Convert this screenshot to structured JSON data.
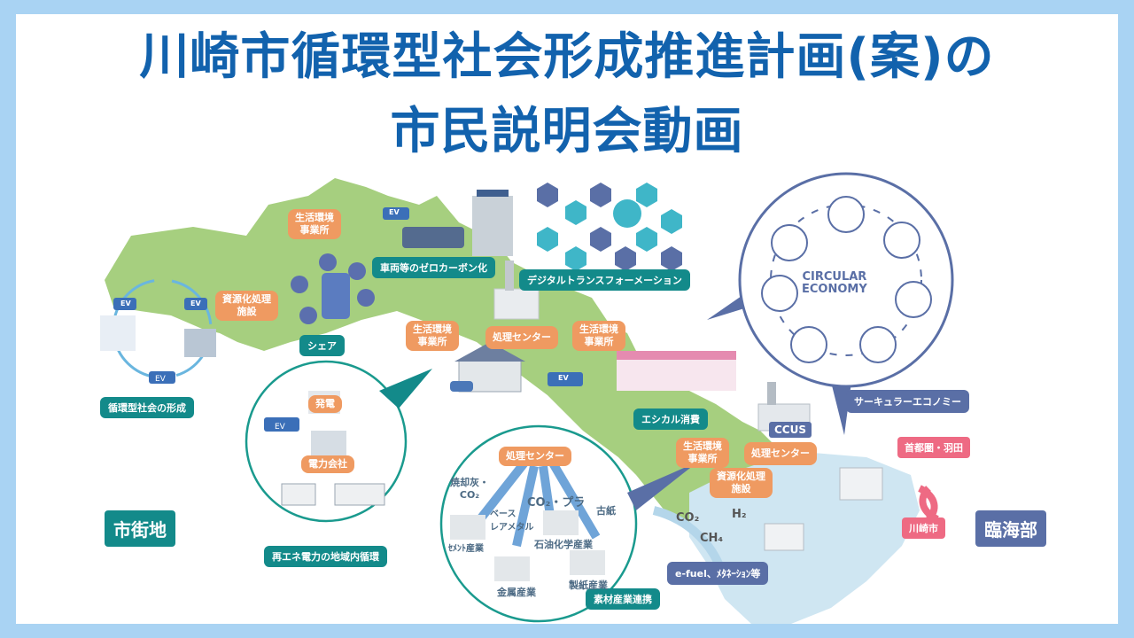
{
  "title": {
    "line1": "川崎市循環型社会形成推進計画(案)の",
    "line2": "市民説明会動画"
  },
  "map_labels": {
    "office_top": "生活環境\n事業所",
    "resource_facility_left": "資源化処理\n施設",
    "zero_carbon": "車両等のゼロカーボン化",
    "digital_transformation": "デジタルトランスフォーメーション",
    "share": "シェア",
    "office_mid_left": "生活環境\n事業所",
    "processing_center_mid": "処理センター",
    "office_mid_right": "生活環境\n事業所",
    "circular_society": "循環型社会の形成",
    "ethical_consumption": "エシカル消費",
    "circular_economy_label": "サーキュラーエコノミー",
    "ccus": "CCUS",
    "office_coast": "生活環境\n事業所",
    "processing_center_coast": "処理センター",
    "resource_facility_coast": "資源化処理\n施設",
    "city_area": "市街地",
    "coastal_area": "臨海部",
    "tokyo_haneda": "首都圏・羽田",
    "kawasaki": "川崎市",
    "efuel": "e-fuel、ﾒﾀﾈｰｼｮﾝ等",
    "gases": [
      "CO₂",
      "H₂",
      "CH₄"
    ]
  },
  "power_circle": {
    "generation": "発電",
    "power_company": "電力会社",
    "caption": "再エネ電力の地域内循環",
    "ev": "EV"
  },
  "materials_circle": {
    "center": "処理センター",
    "flows": [
      "焼却灰・\nCO₂",
      "ベース\nレアメタル",
      "CO₂・プラ",
      "古紙"
    ],
    "industries": [
      "ｾﾒﾝﾄ産業",
      "石油化学産業",
      "金属産業",
      "製紙産業"
    ],
    "caption": "素材産業連携"
  },
  "circular_economy": {
    "line1": "CIRCULAR",
    "line2": "ECONOMY"
  },
  "ev_tags": [
    "EV",
    "EV",
    "EV",
    "EV"
  ],
  "colors": {
    "background": "#a9d3f3",
    "title": "#1262ad",
    "map_green": "#a6cf7f",
    "teal": "#138a8a",
    "orange": "#ef9a61",
    "navy": "#5a6fa6",
    "pink": "#ee6a83"
  }
}
